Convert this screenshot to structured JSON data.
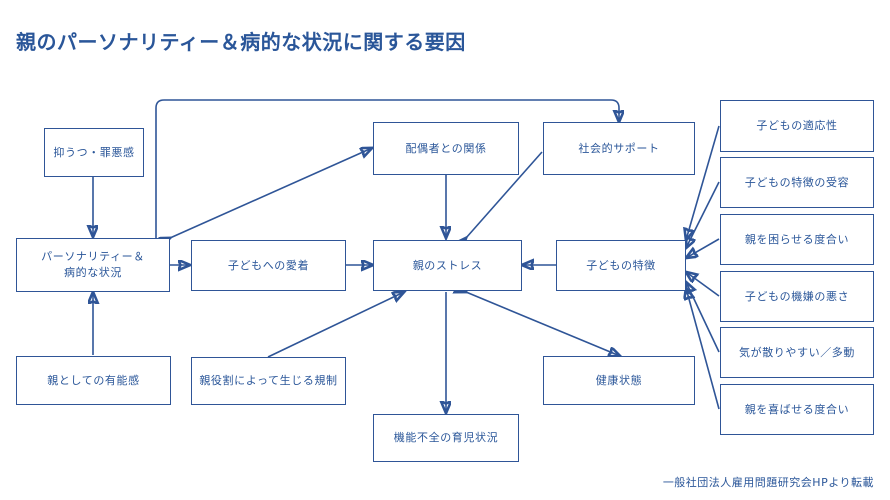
{
  "title": "親のパーソナリティー＆病的な状況に関する要因",
  "footer": "一般社団法人雇用問題研究会HPより転載",
  "colors": {
    "line": "#2f5597",
    "text": "#2a5699",
    "background": "#ffffff"
  },
  "nodes": {
    "depression_guilt": "抑うつ・罪悪感",
    "personality_line1": "パーソナリティー＆",
    "personality_line2": "病的な状況",
    "spouse_relation": "配偶者との関係",
    "social_support": "社会的サポート",
    "child_attachment": "子どもへの愛着",
    "parent_stress": "親のストレス",
    "child_traits": "子どもの特徴",
    "parent_competence": "親としての有能感",
    "role_restriction": "親役割によって生じる規制",
    "dysfunctional_parenting": "機能不全の育児状況",
    "health_status": "健康状態",
    "child_adaptability": "子どもの適応性",
    "trait_acceptance": "子どもの特徴の受容",
    "bothering_parent": "親を困らせる度合い",
    "child_moodiness": "子どもの機嫌の悪さ",
    "distractible_hyperactive": "気が散りやすい／多動",
    "pleasing_parent": "親を喜ばせる度合い"
  }
}
